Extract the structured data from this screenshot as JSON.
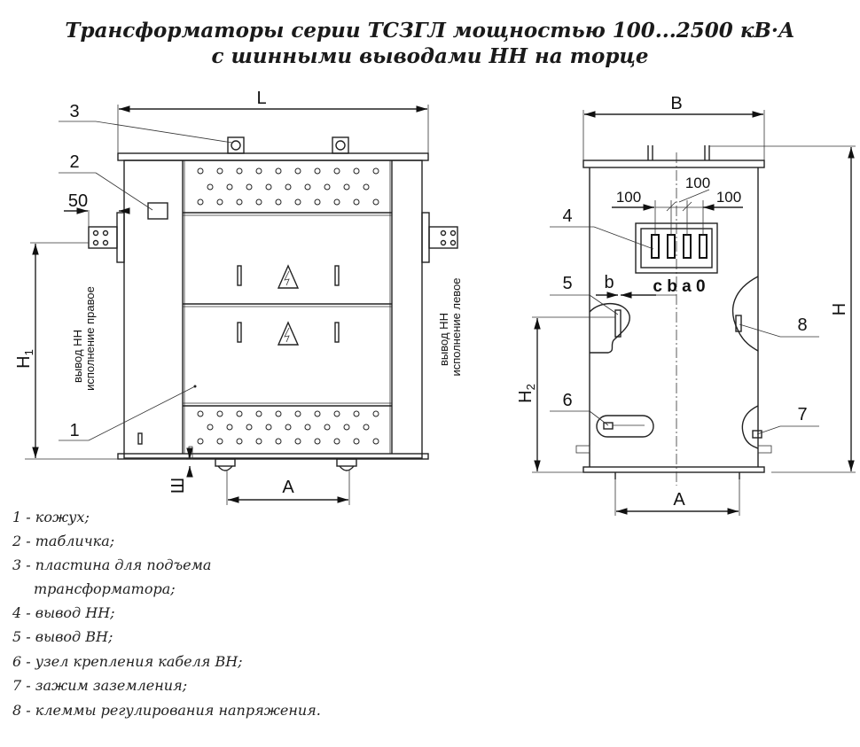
{
  "title": {
    "line1": "Трансформаторы серии ТСЗГЛ мощностью 100...2500 кВ·А",
    "line2": "с шинными выводами НН на торце"
  },
  "front_view": {
    "dim_L": "L",
    "dim_A": "A",
    "dim_H1": "H",
    "dim_H1_sub": "1",
    "dim_E": "Ш",
    "dim_50": "50",
    "callout_1": "1",
    "callout_2": "2",
    "callout_3": "3",
    "right_output_line1": "вывод НН",
    "right_output_line2": "исполнение правое",
    "left_output_line1": "вывод НН",
    "left_output_line2": "исполнение левое"
  },
  "side_view": {
    "dim_B": "B",
    "dim_H": "H",
    "dim_H2": "H",
    "dim_H2_sub": "2",
    "dim_A": "A",
    "dim_100_left": "100",
    "dim_100_top": "100",
    "dim_100_right": "100",
    "dim_b": "b",
    "phases": "c b a 0",
    "callout_4": "4",
    "callout_5": "5",
    "callout_6": "6",
    "callout_7": "7",
    "callout_8": "8"
  },
  "legend": [
    "1 - кожух;",
    "2 - табличка;",
    "3 - пластина для подъема",
    "трансформатора;",
    "4 - вывод НН;",
    "5 - вывод ВН;",
    "6 - узел крепления кабеля ВН;",
    "7 - зажим заземления;",
    "8 - клеммы регулирования напряжения."
  ]
}
